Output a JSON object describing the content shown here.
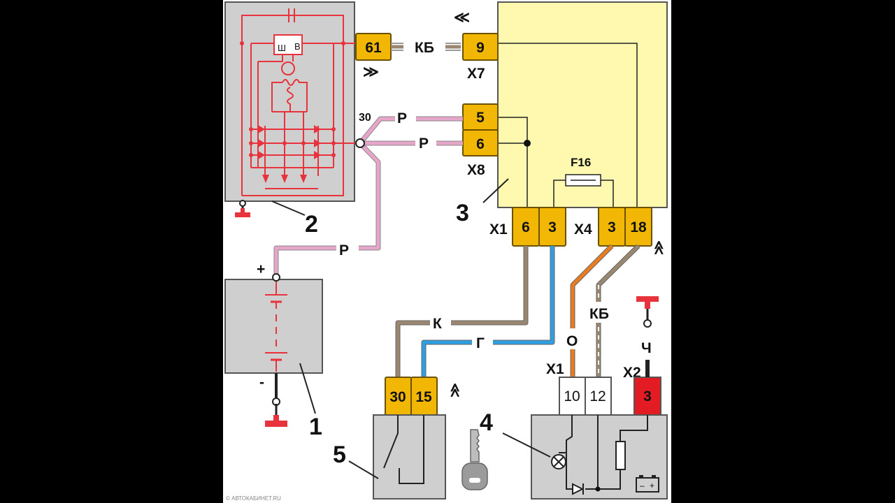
{
  "diagram": {
    "components": {
      "generator": {
        "number": "2",
        "pin_b": "В",
        "pin_sh": "Ш",
        "terminal": "30"
      },
      "battery": {
        "number": "1",
        "plus": "+",
        "minus": "-"
      },
      "ecu": {
        "number": "3",
        "fuse": "F16"
      },
      "ignition_switch": {
        "number": "5"
      },
      "cluster": {
        "number": "4"
      }
    },
    "connectors": {
      "gen_plug": "61",
      "x7_pin": "9",
      "x7_label": "X7",
      "x8_pin_a": "5",
      "x8_pin_b": "6",
      "x8_label": "X8",
      "x1_label": "X1",
      "x1_pin_a": "6",
      "x1_pin_b": "3",
      "x4_label": "X4",
      "x4_pin_a": "3",
      "x4_pin_b": "18",
      "sw_pin_a": "30",
      "sw_pin_b": "15",
      "cl_x1_label": "X1",
      "cl_pin_a": "10",
      "cl_pin_b": "12",
      "cl_x2_label": "X2",
      "cl_pin_c": "3"
    },
    "wires": {
      "kb_top": "КБ",
      "p_upper": "Р",
      "p_lower": "Р",
      "p_battery": "Р",
      "k": "К",
      "g": "Г",
      "o": "О",
      "kb_right": "КБ",
      "ch": "Ч"
    },
    "watermark": "© АВТОКАБИНЕТ.RU",
    "colors": {
      "connector": "#f2b705",
      "ecu_body": "#fff9b0",
      "housing": "#cfcfcf",
      "internal": "#e8323c",
      "wire_pink": "#e7a6c9",
      "wire_brown": "#9b8670",
      "wire_blue": "#2e9fe0",
      "wire_orange": "#e87c1e"
    }
  }
}
